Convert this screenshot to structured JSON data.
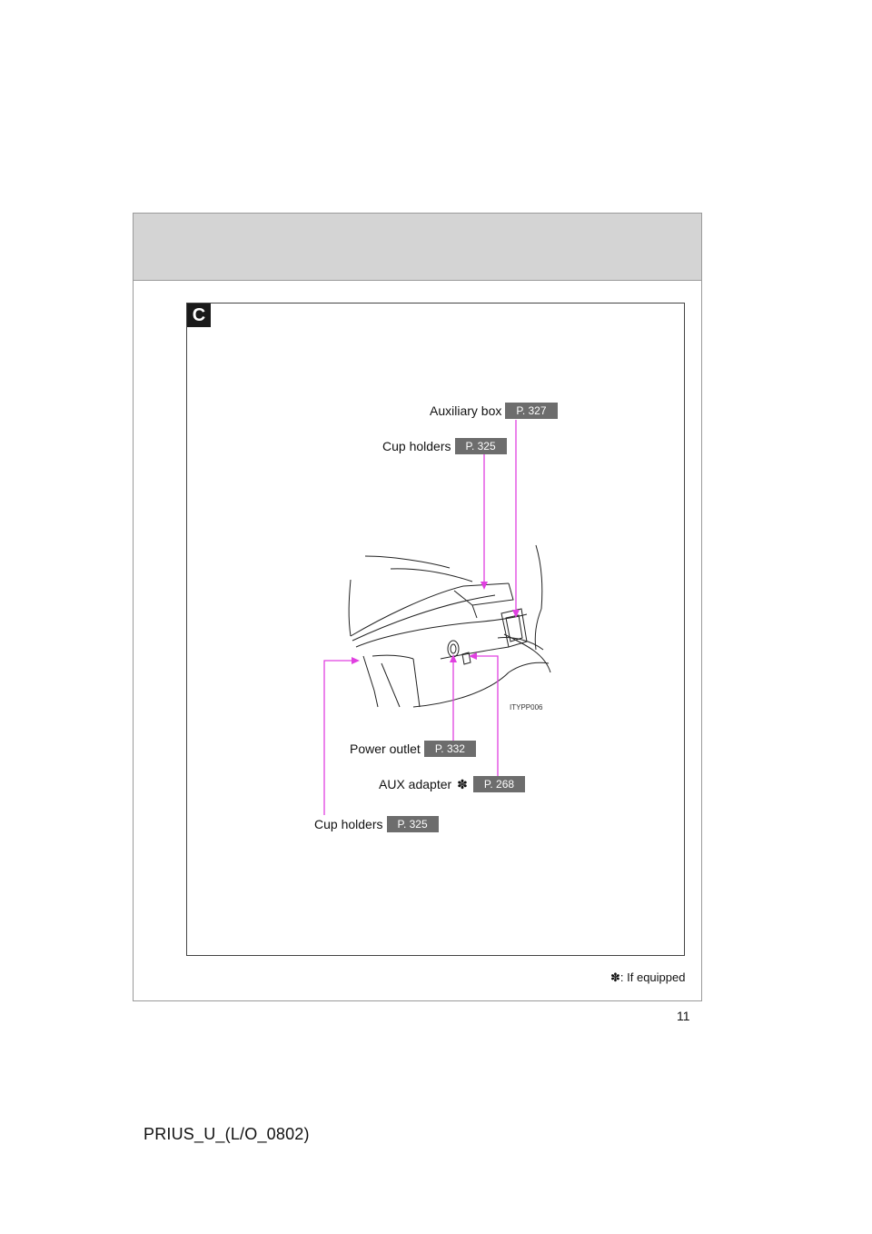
{
  "section": {
    "tag": "C"
  },
  "callouts": {
    "auxiliary_box": {
      "label": "Auxiliary box",
      "page": "P. 327"
    },
    "cup_holders_top": {
      "label": "Cup holders",
      "page": "P. 325"
    },
    "power_outlet": {
      "label": "Power outlet",
      "page": "P. 332"
    },
    "aux_adapter": {
      "label": "AUX adapter",
      "star": "✽",
      "page": "P. 268"
    },
    "cup_holders_bottom": {
      "label": "Cup holders",
      "page": "P. 325"
    }
  },
  "figure": {
    "image_code": "ITYPP006"
  },
  "footnote": {
    "star": "✽",
    "text": ": If equipped"
  },
  "page_number": "11",
  "document_code": "PRIUS_U_(L/O_0802)",
  "colors": {
    "leader": "#e040e0",
    "header_band": "#d4d4d4",
    "page_ref_bg": "#6d6d6d"
  }
}
